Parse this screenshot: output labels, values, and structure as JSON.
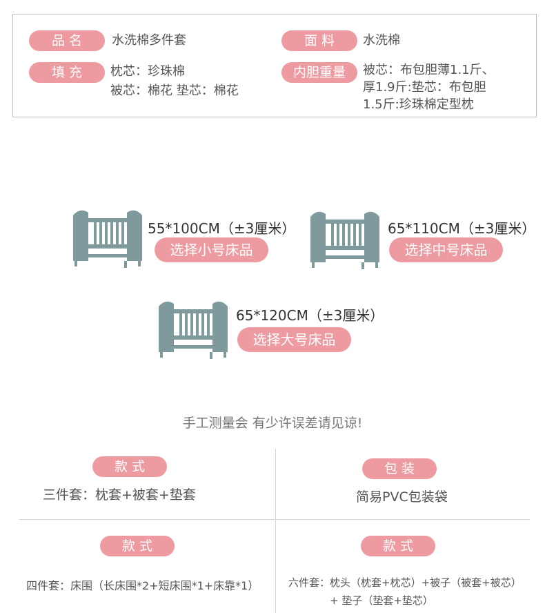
{
  "spec": {
    "name_label": "品 名",
    "name_value": "水洗棉多件套",
    "fabric_label": "面 料",
    "fabric_value": "水洗棉",
    "filling_label": "填 充",
    "filling_line1": "枕芯：珍珠棉",
    "filling_line2": "被芯：棉花 垫芯：棉花",
    "weight_label": "内胆重量",
    "weight_line1": "被芯：布包胆薄1.1斤、",
    "weight_line2": "厚1.9斤:垫芯：布包胆",
    "weight_line3": "1.5斤:珍珠棉定型枕"
  },
  "sizes": {
    "small_size": "55*100CM（±3厘米）",
    "small_button": "选择小号床品",
    "medium_size": "65*110CM（±3厘米）",
    "medium_button": "选择中号床品",
    "large_size": "65*120CM（±3厘米）",
    "large_button": "选择大号床品"
  },
  "note": "手工测量会 有少许误差请见谅!",
  "options": {
    "style_label_1": "款 式",
    "style_desc_1": "三件套：枕套+被套+垫套",
    "package_label": "包 装",
    "package_desc": "简易PVC包装袋",
    "style_label_2": "款 式",
    "style_desc_2": "四件套：床围（长床围*2+短床围*1+床靠*1）",
    "style_label_3": "款 式",
    "style_desc_3_line1": "六件套：枕头（枕套+枕芯）+被子（被套+被芯）",
    "style_desc_3_line2": "+ 垫子（垫套+垫芯）"
  },
  "colors": {
    "accent_pink": "#ee9aa1",
    "crib_gray": "#7f9a9c"
  }
}
